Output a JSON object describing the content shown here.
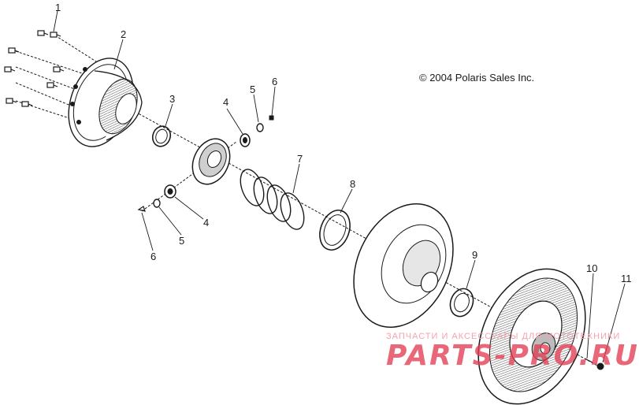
{
  "copyright": "© 2004 Polaris Sales Inc.",
  "watermark": {
    "small_text": "ЗАПЧАСТИ И АКСЕССУАРЫ ДЛЯ МОТОТЕХНИКИ",
    "big_text": "PARTS-PRO.RU"
  },
  "callouts": [
    "1",
    "2",
    "3",
    "4",
    "5",
    "6",
    "7",
    "8",
    "9",
    "10",
    "11",
    "4",
    "5",
    "6"
  ],
  "colors": {
    "line": "#1a1a1a",
    "watermark": "#e23c52"
  }
}
